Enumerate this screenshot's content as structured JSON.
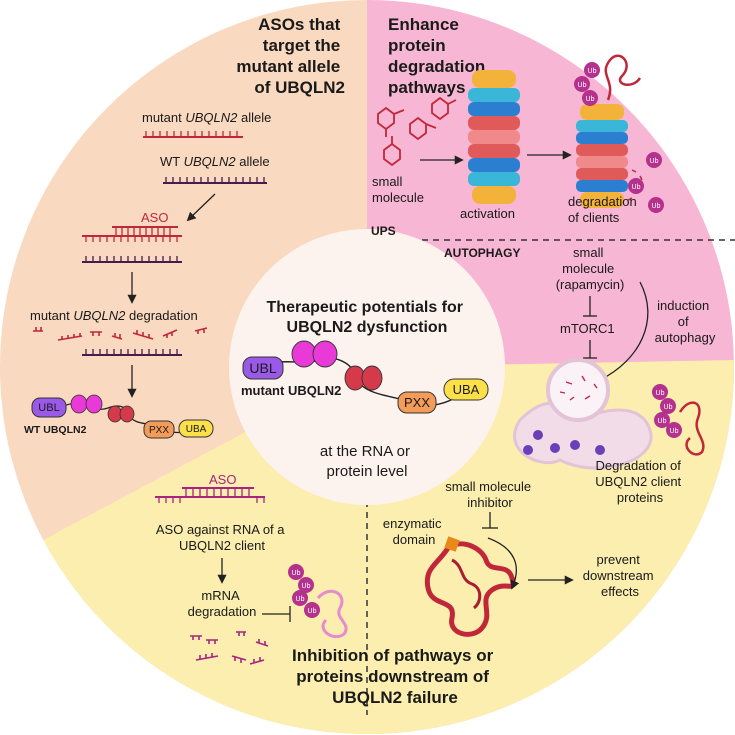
{
  "quadrant_tl": {
    "title": [
      "ASOs that",
      "target the",
      "mutant allele",
      "of UBQLN2"
    ],
    "mutant_allele_pre": "mutant ",
    "mutant_allele_gene": "UBQLN2",
    "mutant_allele_post": " allele",
    "wt_allele_pre": "WT ",
    "wt_allele_gene": "UBQLN2",
    "wt_allele_post": " allele",
    "aso_label": "ASO",
    "degradation_pre": "mutant ",
    "degradation_gene": "UBQLN2",
    "degradation_post": " degradation",
    "wt_protein_label": "WT UBQLN2",
    "domains": {
      "ubl": "UBL",
      "pxx": "PXX",
      "uba": "UBA"
    }
  },
  "quadrant_tr": {
    "title": [
      "Enhance",
      "protein",
      "degradation",
      "pathways"
    ],
    "small_molecule": [
      "small",
      "molecule"
    ],
    "activation": "activation",
    "degradation_clients": [
      "degradation",
      "of clients"
    ],
    "ups": "UPS",
    "autophagy": "AUTOPHAGY",
    "rapamycin": [
      "small",
      "molecule",
      "(rapamycin)"
    ],
    "mtorc1": "mTORC1",
    "induction": [
      "induction",
      "of",
      "autophagy"
    ],
    "degradation_client_proteins": [
      "Degradation of",
      "UBQLN2 client",
      "proteins"
    ],
    "ub": "Ub"
  },
  "quadrant_bottom": {
    "aso_label": "ASO",
    "aso_against": [
      "ASO against RNA of a",
      "UBQLN2 client"
    ],
    "mrna_degradation": [
      "mRNA",
      "degradation"
    ],
    "inhibitor": [
      "small molecule",
      "inhibitor"
    ],
    "enzymatic_domain": [
      "enzymatic",
      "domain"
    ],
    "prevent": [
      "prevent",
      "downstream",
      "effects"
    ],
    "title": [
      "Inhibition of pathways or",
      "proteins downstream of",
      "UBQLN2 failure"
    ]
  },
  "center": {
    "title": [
      "Therapeutic potentials for",
      "UBQLN2 dysfunction"
    ],
    "mutant_label": "mutant UBQLN2",
    "level": [
      "at the RNA or",
      "protein level"
    ],
    "domains": {
      "ubl": "UBL",
      "pxx": "PXX",
      "uba": "UBA"
    }
  },
  "colors": {
    "peach": "#f9d9bf",
    "pink": "#f7b6d3",
    "yellow": "#fbeeae",
    "center": "#fdf3ee",
    "dark_red": "#c0283a",
    "purple": "#6a1d6e",
    "ub_purple": "#b5318e"
  }
}
